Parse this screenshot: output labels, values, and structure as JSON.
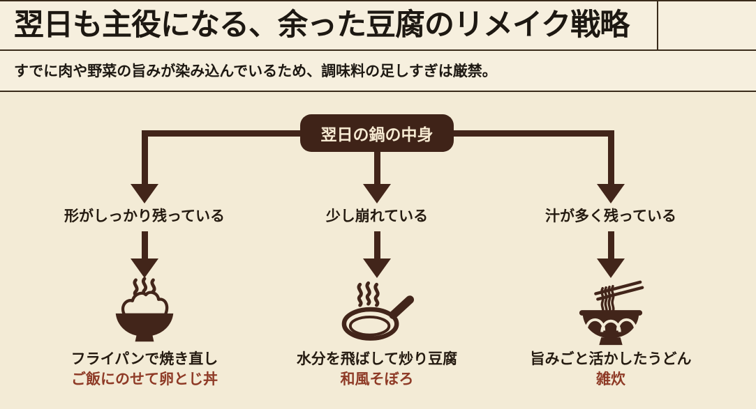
{
  "header": {
    "title": "翌日も主役になる、余った豆腐のリメイク戦略",
    "subtitle": "すでに肉や野菜の旨みが染み込んでいるため、調味料の足しすぎは厳禁。"
  },
  "flowchart": {
    "root_label": "翌日の鍋の中身",
    "branches": [
      {
        "condition": "形がしっかり残っている",
        "icon": "steaming-rice-bowl-icon",
        "method": "フライパンで焼き直し",
        "dish": "ご飯にのせて卵とじ丼"
      },
      {
        "condition": "少し崩れている",
        "icon": "steaming-frying-pan-icon",
        "method": "水分を飛ばして炒り豆腐",
        "dish": "和風そぼろ"
      },
      {
        "condition": "汁が多く残っている",
        "icon": "noodle-bowl-and-chopsticks-icon",
        "method": "旨みごと活かしたうどん",
        "dish": "雑炊"
      }
    ]
  },
  "colors": {
    "background_header": "#f6efde",
    "background_chart": "#f3ebd6",
    "flow_brown": "#42251a",
    "node_fill": "#3f2318",
    "node_text": "#f6ead2",
    "heading_text": "#1d1812",
    "body_text": "#241a10",
    "dish_red": "#8e3a26",
    "rule_line": "#3a2b1b"
  }
}
